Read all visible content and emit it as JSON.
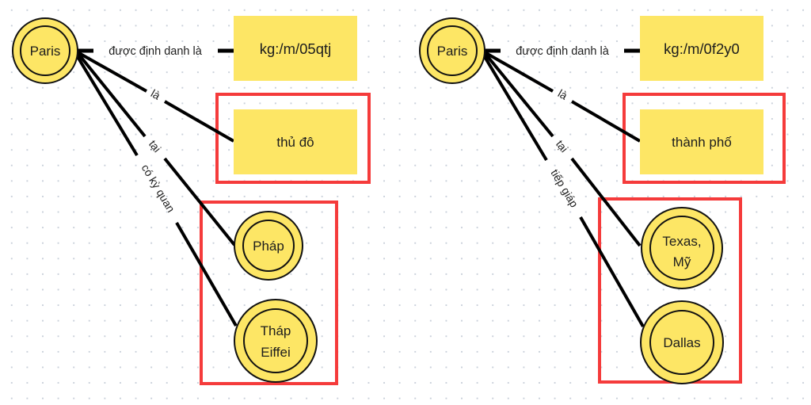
{
  "colors": {
    "node_fill": "#fde665",
    "node_stroke": "#111111",
    "box_fill": "#fde665",
    "highlight": "#f53b3b",
    "edge": "#000000"
  },
  "diagrams": [
    {
      "subject": "Paris",
      "edges": {
        "identifier": "được định danh là",
        "type": "là",
        "location": "tại",
        "extra": "có kỳ quan"
      },
      "identifier_box": "kg:/m/05qtj",
      "type_box": "thủ đô",
      "location_node": [
        "Pháp"
      ],
      "extra_node": [
        "Tháp",
        "Eiffei"
      ]
    },
    {
      "subject": "Paris",
      "edges": {
        "identifier": "được định danh là",
        "type": "là",
        "location": "tại",
        "extra": "tiếp giáp"
      },
      "identifier_box": "kg:/m/0f2y0",
      "type_box": "thành phố",
      "location_node": [
        "Texas,",
        "Mỹ"
      ],
      "extra_node": [
        "Dallas"
      ]
    }
  ]
}
